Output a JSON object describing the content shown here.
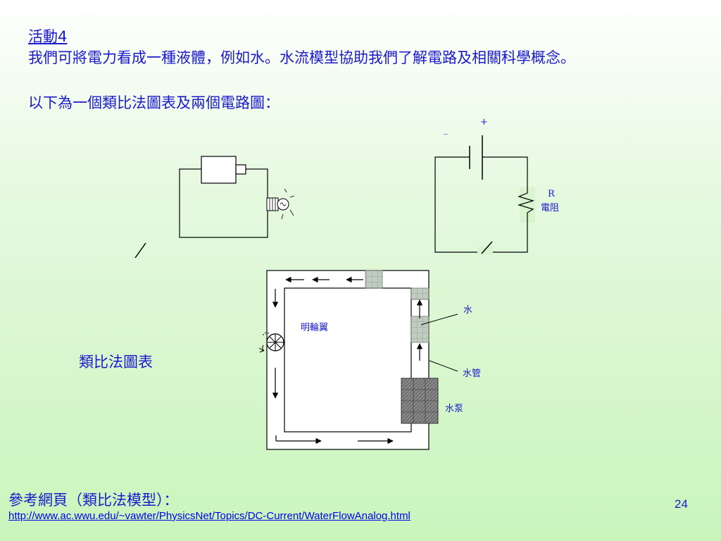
{
  "slide": {
    "activity_title": "活動4",
    "intro": "我們可將電力看成一種液體，例如水。水流模型協助我們了解電路及相關科學概念。",
    "subtitle": "以下為一個類比法圖表及兩個電路圖：",
    "analogy_label": "類比法圖表",
    "reference_label": "參考網頁（類比法模型）：",
    "reference_url": "http://www.ac.wwu.edu/~vawter/PhysicsNet/Topics/DC-Current/WaterFlowAnalog.html",
    "page_number": "24"
  },
  "circuit_diagram": {
    "plus_sign": "+",
    "minus_sign": "_",
    "resistor_symbol": "R",
    "resistor_label": "電阻"
  },
  "water_model": {
    "paddle_wheel_label": "明輪翼",
    "water_label": "水",
    "pipe_label": "水管",
    "pump_label": "水泵"
  },
  "colors": {
    "text": "#1a1acc",
    "link": "#0000ee",
    "line": "#000000"
  }
}
